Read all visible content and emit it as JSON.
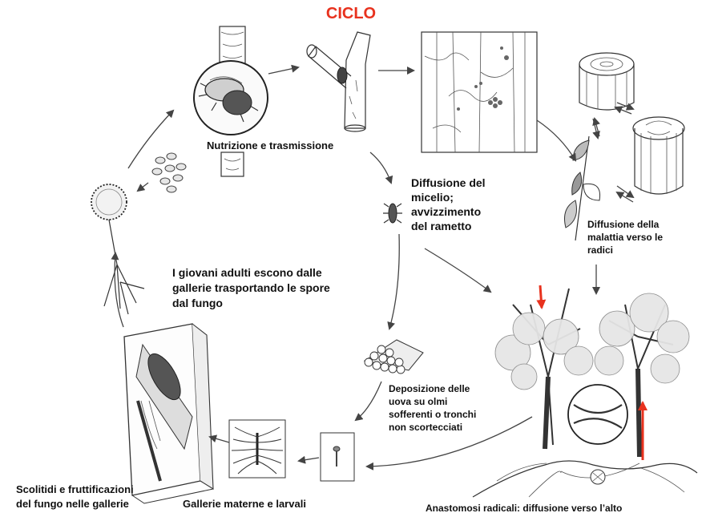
{
  "title": {
    "text": "CICLO",
    "color": "#e8321e"
  },
  "labels": {
    "nutrition": "Nutrizione e trasmissione",
    "mycelium": "Diffusione del\nmicelio;\navvizzimento\ndel rametto",
    "roots": "Diffusione della\nmalattia verso le\nradici",
    "young_adults": "I giovani adulti escono dalle\ngallerie trasportando le spore\ndal fungo",
    "eggs": "Deposizione delle\nuova su olmi\nsofferenti o tronchi\nnon scortecciati",
    "scolytids": "Scolitidi e fruttificazioni\ndel fungo nelle gallerie",
    "galleries": "Gallerie materne e larvali",
    "anastomosis": "Anastomosi radicali: diffusione verso l’alto"
  },
  "colors": {
    "accent_arrow": "#e8321e",
    "ink": "#333333"
  },
  "illustrations": [
    "beetle-feeding-icon",
    "twig-icon",
    "wood-microscope-icon",
    "log-section-icon",
    "leaves-icon",
    "spores-icon",
    "fungus-fruiting-body-icon",
    "beetle-small-icon",
    "woodpile-icon",
    "bark-gallery-icon",
    "gallery-pattern-icon",
    "larva-icon",
    "elm-trees-icon",
    "root-graft-icon"
  ]
}
